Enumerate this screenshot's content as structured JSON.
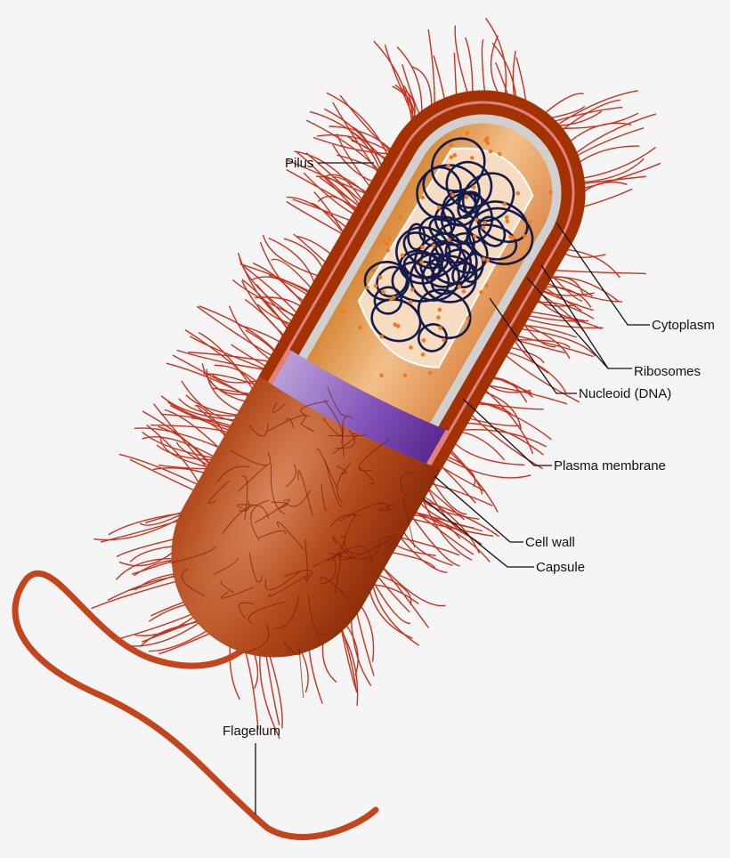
{
  "labels": {
    "pilus": "Pilus",
    "cytoplasm": "Cytoplasm",
    "ribosomes": "Ribosomes",
    "nucleoid": "Nucleoid (DNA)",
    "plasma_membrane": "Plasma membrane",
    "cell_wall": "Cell wall",
    "capsule": "Capsule",
    "flagellum": "Flagellum"
  },
  "colors": {
    "background": "#f5f5f5",
    "capsule": "#a33200",
    "pili": "#c8321e",
    "cell_wall": "#7a3fa8",
    "plasma_membrane": "#c8c8c8",
    "cytoplasm": "#e8a060",
    "dna": "#141a4a",
    "ribosome": "#f07820"
  }
}
